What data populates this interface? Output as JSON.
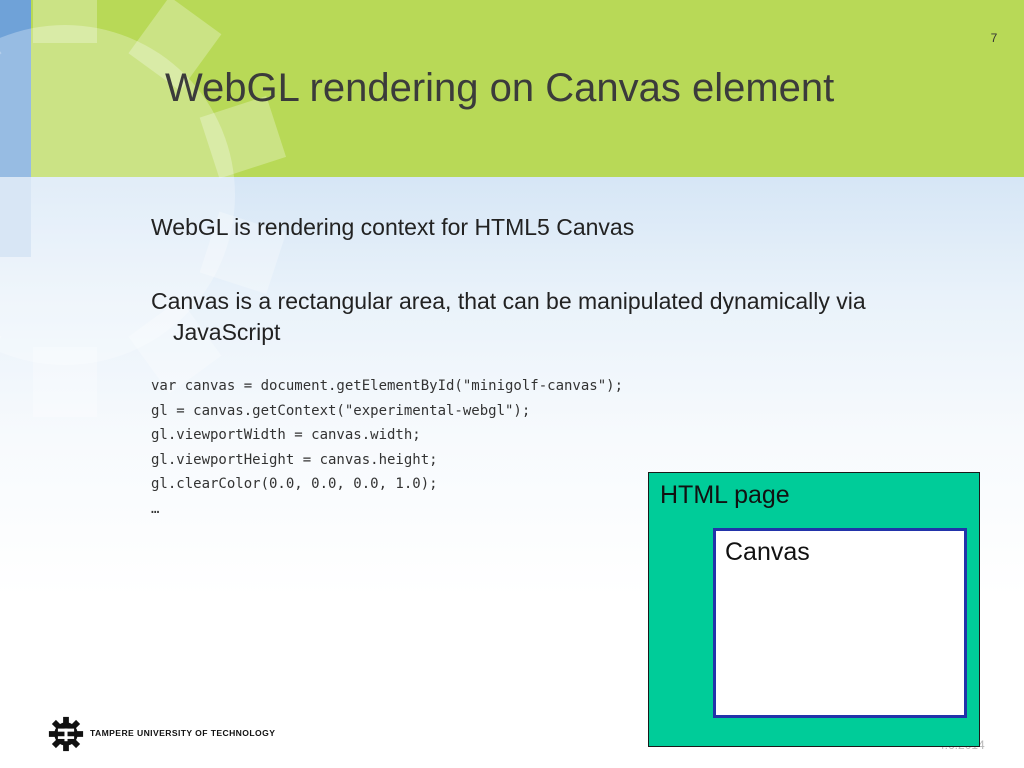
{
  "slide": {
    "page_number": "7",
    "title": "WebGL rendering on Canvas element",
    "bullets": [
      "WebGL is rendering context for HTML5 Canvas",
      "Canvas is a rectangular area, that can be manipulated dynamically via JavaScript"
    ],
    "code_lines": [
      "var canvas = document.getElementById(\"minigolf-canvas\");",
      "gl = canvas.getContext(\"experimental-webgl\");",
      "gl.viewportWidth = canvas.width;",
      "gl.viewportHeight = canvas.height;",
      "gl.clearColor(0.0, 0.0, 0.0, 1.0);",
      "…"
    ],
    "diagram": {
      "outer_label": "HTML page",
      "inner_label": "Canvas"
    },
    "date": "4.6.2014",
    "logo": {
      "text": "TAMPERE UNIVERSITY OF TECHNOLOGY",
      "icon": "tut-gear-icon"
    }
  },
  "colors": {
    "header_green": "#b8d957",
    "stripe_blue": "#6fa2d8",
    "html_page_fill": "#00cc99",
    "canvas_border": "#2233aa",
    "title_text": "#3b3b3b"
  }
}
